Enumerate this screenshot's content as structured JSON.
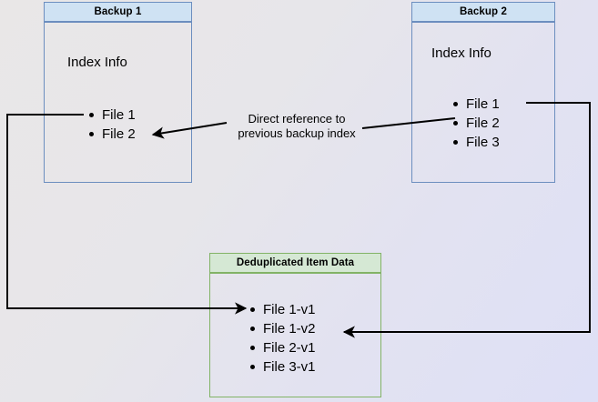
{
  "diagram": {
    "title_hidden": "Backup deduplication reference diagram",
    "background_from": "#e9e7e7",
    "background_to": "#dee0f6",
    "edge_color": "#000000",
    "blue_border": "#6c8ebf",
    "blue_fill": "#cfe2f3",
    "green_border": "#82b366",
    "green_fill": "#d5e8d4"
  },
  "backup1": {
    "header": "Backup 1",
    "body_title": "Index Info",
    "files": [
      "File 1",
      "File 2"
    ]
  },
  "backup2": {
    "header": "Backup 2",
    "body_title": "Index Info",
    "files": [
      "File 1",
      "File 2",
      "File 3"
    ]
  },
  "dedup": {
    "header": "Deduplicated Item Data",
    "files": [
      "File 1-v1",
      "File 1-v2",
      "File 2-v1",
      "File 3-v1"
    ]
  },
  "annotation": {
    "line1": "Direct reference to",
    "line2": "previous backup index"
  }
}
